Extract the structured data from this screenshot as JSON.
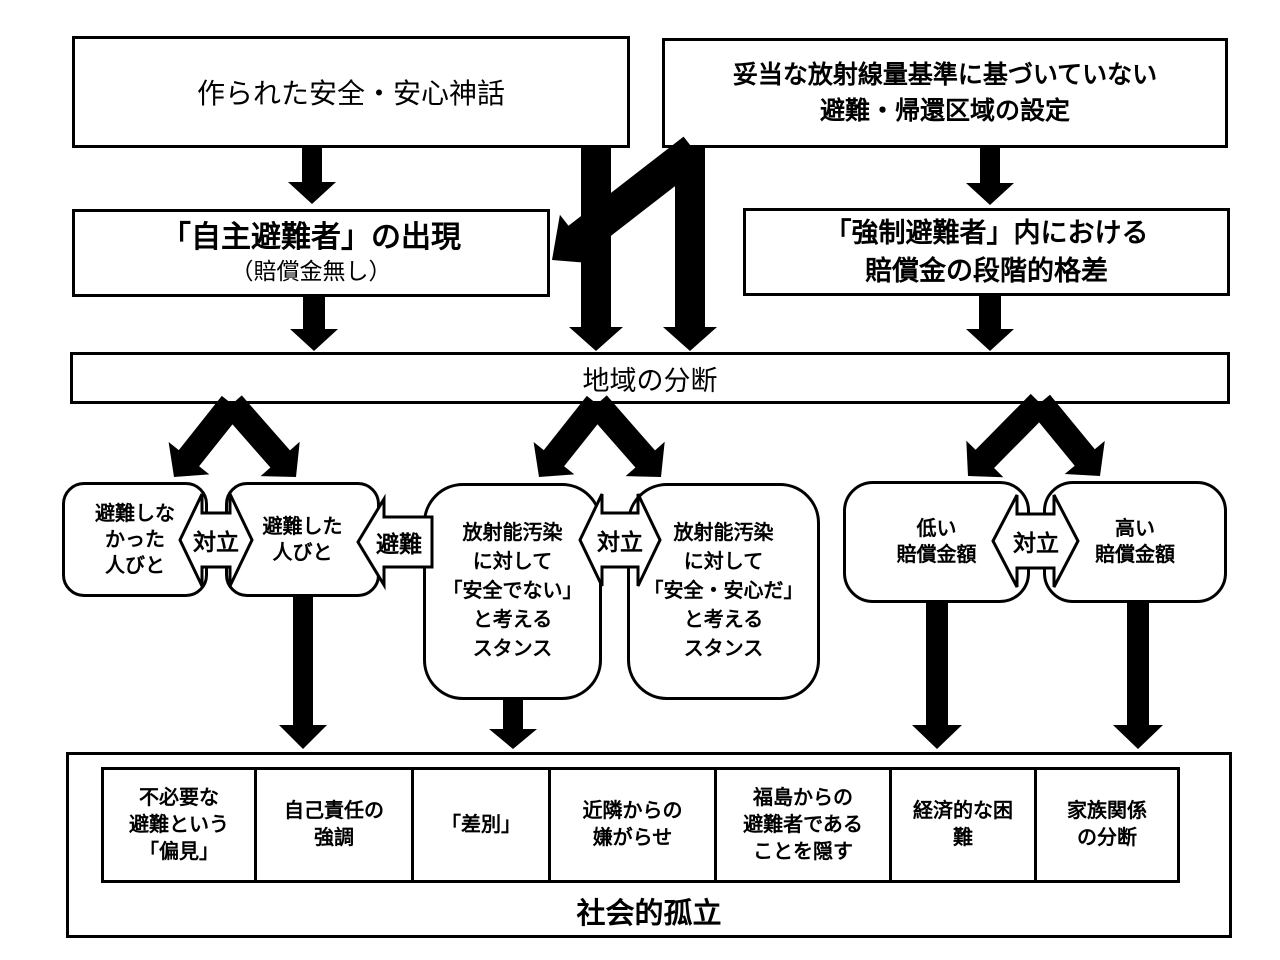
{
  "diagram": {
    "colors": {
      "ink": "#000000",
      "paper": "#ffffff"
    },
    "top_row": {
      "myth_box": "作られた安全・安心神話",
      "criteria_box": "妥当な放射線量基準に基づいていない\n避難・帰還区域の設定"
    },
    "second_row": {
      "voluntary_title": "「自主避難者」の出現",
      "voluntary_subtitle": "（賠償金無し）",
      "forced_box": "「強制避難者」内における\n賠償金の段階的格差"
    },
    "division_band": "地域の分断",
    "middle_row": {
      "not_evacuated": "避難しな\nかった\n人びと",
      "evacuated": "避難した\n人びと",
      "stance_unsafe": "放射能汚染\nに対して\n「安全でない」\nと考える\nスタンス",
      "stance_safe": "放射能汚染\nに対して\n「安全・安心だ」\nと考える\nスタンス",
      "low_compensation": "低い\n賠償金額",
      "high_compensation": "高い\n賠償金額",
      "conflict_label": "対立",
      "evacuation_label": "避難"
    },
    "bottom_table": {
      "cells": [
        "不必要な\n避難という\n「偏見」",
        "自己責任の\n強調",
        "「差別」",
        "近隣からの\n嫌がらせ",
        "福島からの\n避難者である\nことを隠す",
        "経済的な困\n難",
        "家族関係\nの分断"
      ],
      "caption": "社会的孤立"
    }
  }
}
